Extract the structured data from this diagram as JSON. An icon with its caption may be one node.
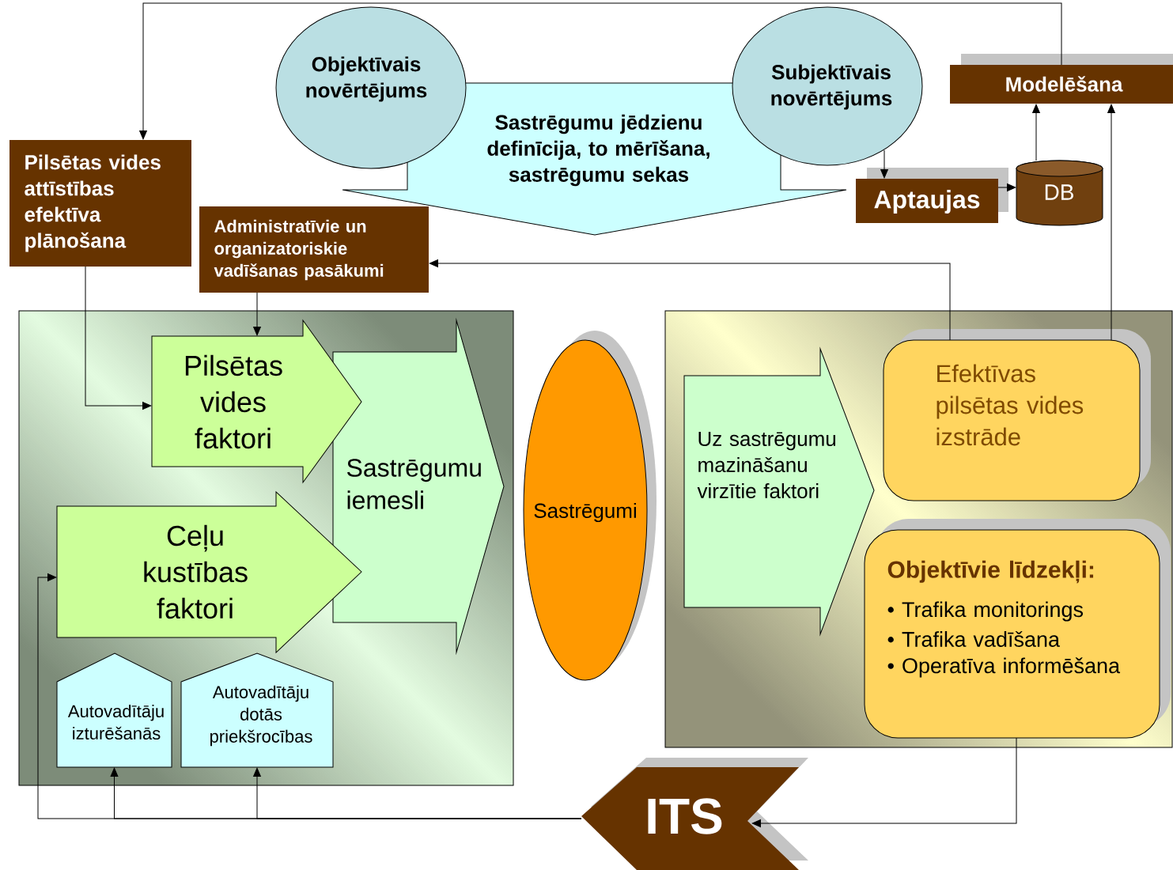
{
  "diagram": {
    "nodes": [
      {
        "text": [
          "Objektīvais novērtējums"
        ]
      },
      {
        "text": [
          "Subjektīvais novērtējums"
        ]
      },
      {
        "text": [
          "Sastrēgumu jēdzienu definīcija, to mērīšana, sastrēgumu sekas"
        ]
      },
      {
        "text": [
          "Modelēšana"
        ]
      },
      {
        "text": [
          "Pilsētas vides attīstības efektīva plānošana"
        ]
      },
      {
        "text": [
          "Aptaujas"
        ]
      },
      {
        "text": [
          "DB"
        ]
      },
      {
        "text": [
          "Administratīvie un organizatoriskie vadīšanas pasākumi"
        ]
      },
      {
        "text": [],
        "shape": "box"
      },
      {
        "text": [
          "Pilsētas vides faktori"
        ],
        "in": 8
      },
      {
        "text": [
          "Sastrēgumu iemesli"
        ],
        "in": 8
      },
      {
        "text": [
          "Ceļu kustības faktori"
        ],
        "in": 8
      },
      {
        "text": [
          "Autovadītāju izturēšanās"
        ],
        "in": 8
      },
      {
        "text": [
          "Autovadītāju dotās priekšrocības"
        ],
        "in": 8
      },
      {
        "text": [
          "Sastrēgumi"
        ]
      },
      {
        "text": [],
        "shape": "box"
      },
      {
        "text": [
          "Uz sastrēgumu mazināšanu virzītie faktori"
        ],
        "in": 15
      },
      {
        "text": [
          "Efektīvas pilsētas vides izstrāde"
        ],
        "in": 15
      },
      {
        "text": [
          "Objektīvie līdzekļi:",
          "• Trafika monitorings",
          "• Trafika vadīšana",
          "• Operatīva informēšana"
        ],
        "in": 15
      },
      {
        "text": [
          "ITS"
        ]
      }
    ],
    "edges": [
      {
        "from": 3,
        "to": 4,
        "arrow": "to"
      },
      {
        "from": 1,
        "to": 5,
        "arrow": "to"
      },
      {
        "from": 5,
        "to": 6,
        "arrow": "to"
      },
      {
        "from": 6,
        "to": 3,
        "arrow": "to"
      },
      {
        "from": 17,
        "to": 3,
        "arrow": "to"
      },
      {
        "from": 17,
        "to": 7,
        "arrow": "to"
      },
      {
        "from": 4,
        "to": 9,
        "arrow": "to"
      },
      {
        "from": 7,
        "to": 9,
        "arrow": "to"
      },
      {
        "from": 18,
        "to": 19,
        "arrow": "to"
      },
      {
        "from": 19,
        "to": 11,
        "arrow": "to"
      },
      {
        "from": 19,
        "to": 12,
        "arrow": "to"
      },
      {
        "from": 19,
        "to": 13,
        "arrow": "to"
      }
    ]
  }
}
